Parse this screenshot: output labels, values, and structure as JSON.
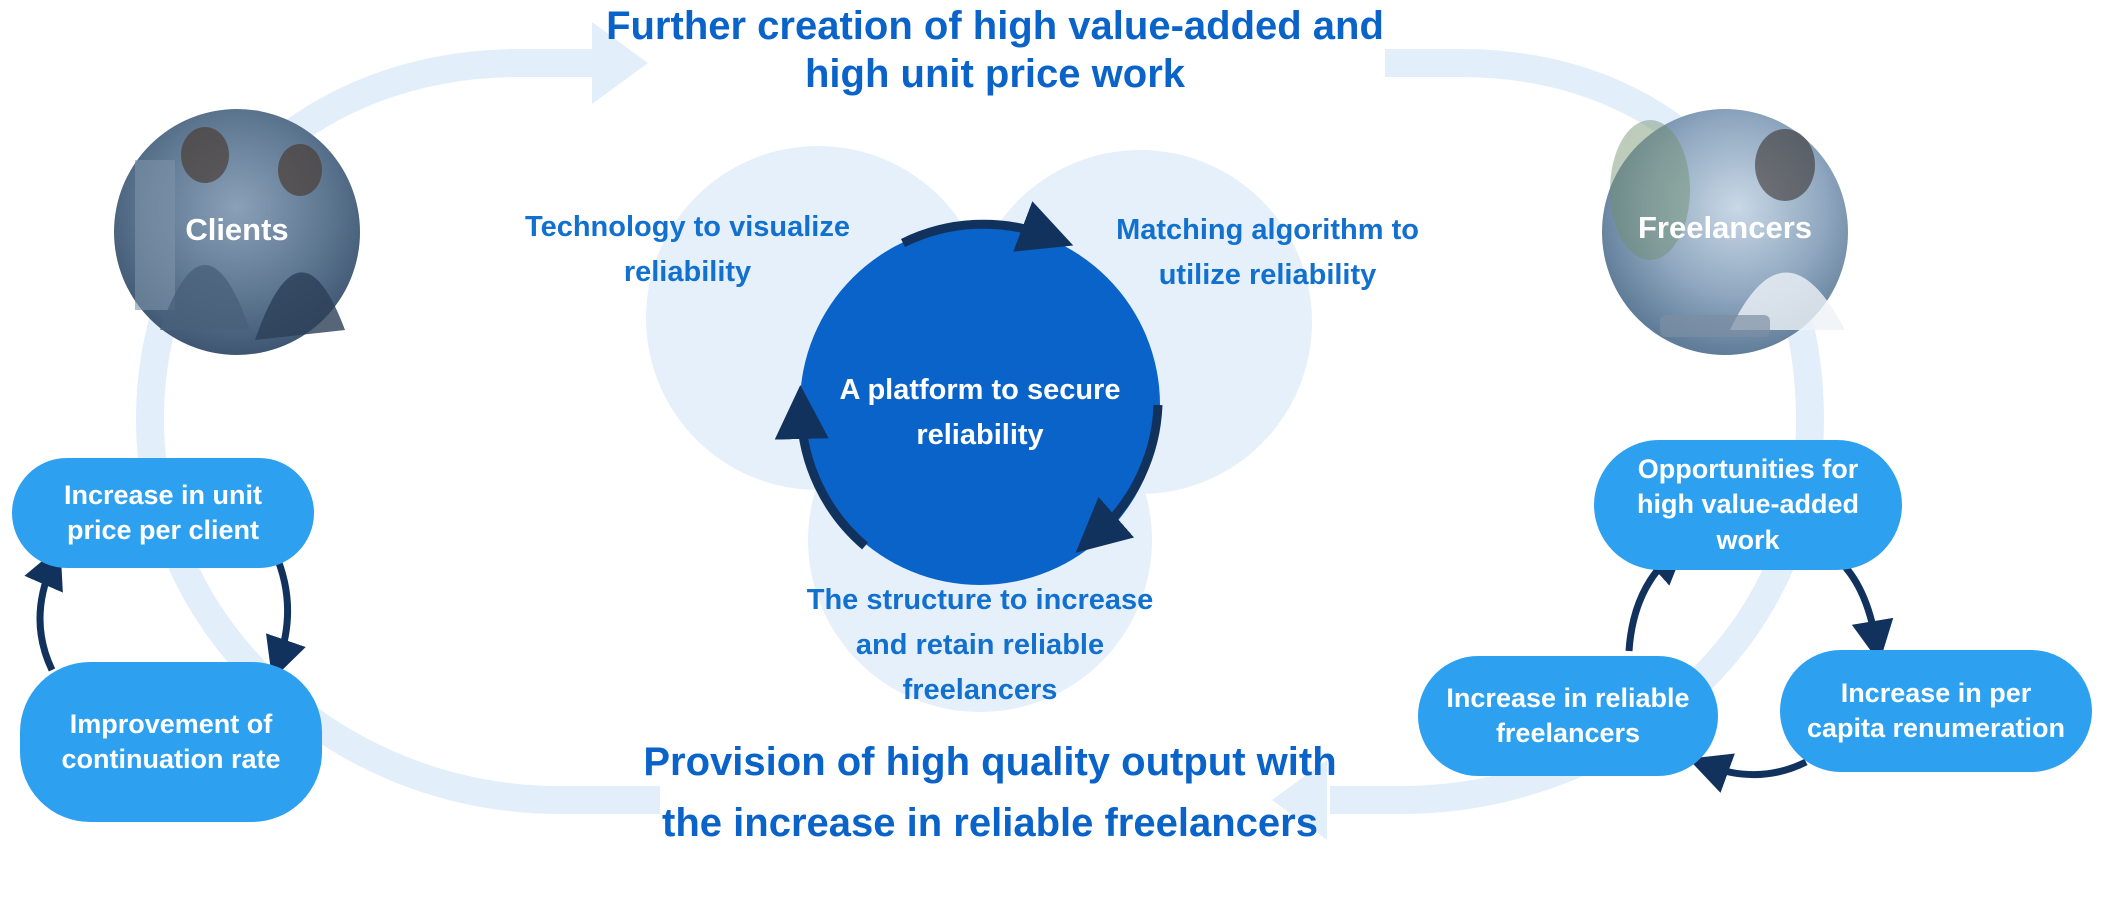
{
  "headings": {
    "top": "Further creation of high value-added and high unit price work",
    "bottom": "Provision of high quality output with the increase in reliable freelancers"
  },
  "center": {
    "label": "A  platform to secure reliability",
    "circles": {
      "left": "Technology to visualize reliability",
      "right": "Matching algorithm to utilize reliability",
      "bottom": "The structure to increase and retain reliable freelancers"
    }
  },
  "clients": {
    "label": "Clients",
    "cycle": {
      "unit_price": "Increase in unit price per client",
      "continuation": "Improvement of continuation rate"
    }
  },
  "freelancers": {
    "label": "Freelancers",
    "cycle": {
      "opportunities": "Opportunities for high value-added work",
      "per_capita": "Increase in per capita renumeration",
      "reliable": "Increase in reliable freelancers"
    }
  },
  "colors": {
    "dark_blue": "#0a63c8",
    "pill_blue": "#2ea0f0",
    "light_ring": "#e3eefb",
    "navy_arrow": "#12325e"
  }
}
